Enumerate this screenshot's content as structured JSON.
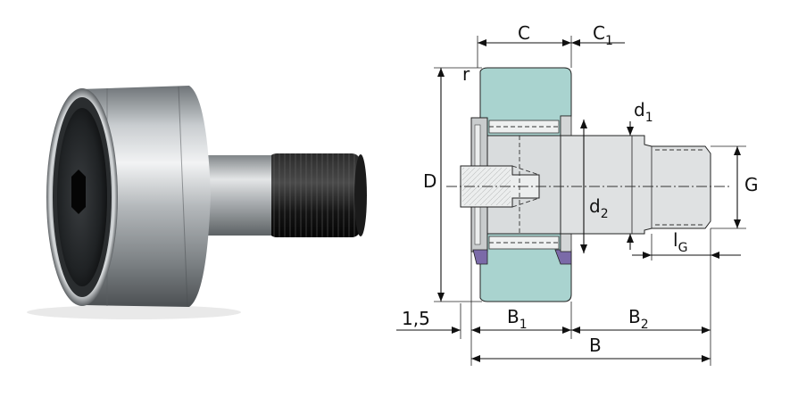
{
  "diagram": {
    "labels": {
      "C": "C",
      "C1_main": "C",
      "C1_sub": "1",
      "r": "r",
      "D": "D",
      "d1_main": "d",
      "d1_sub": "1",
      "d2_main": "d",
      "d2_sub": "2",
      "G": "G",
      "lG_main": "l",
      "lG_sub": "G",
      "edge": "1,5",
      "B1_main": "B",
      "B1_sub": "1",
      "B2_main": "B",
      "B2_sub": "2",
      "B": "B"
    }
  },
  "colors": {
    "outer_ring": "#a9d3cf",
    "metal_light": "#d9dcdd",
    "metal_mid": "#9ea2a5",
    "seal": "#7b6aa8",
    "thread": "#1a1a1a"
  }
}
